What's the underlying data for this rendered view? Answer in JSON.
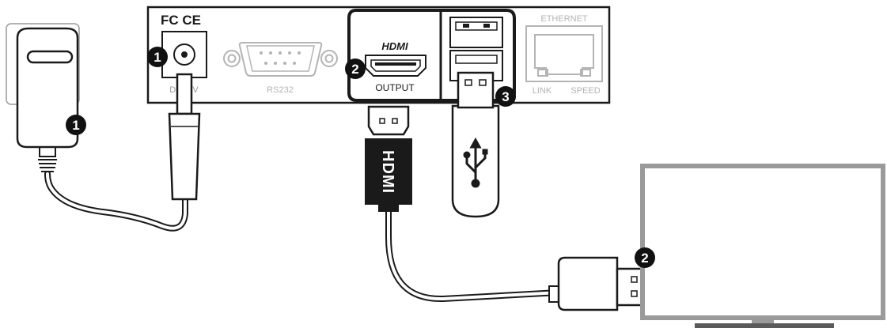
{
  "device_panel": {
    "certification_marks": "FC CE",
    "dc_port_label": "DC 5V",
    "serial_port_label": "RS232",
    "hdmi_logo": "HDMI",
    "hdmi_port_label": "OUTPUT",
    "ethernet_label": "ETHERNET",
    "link_label": "LINK",
    "speed_label": "SPEED"
  },
  "cables": {
    "hdmi_plug_text": "HDMI",
    "usb_drive_icon": "usb-icon"
  },
  "callouts": [
    {
      "id": "power-adapter",
      "number": "1"
    },
    {
      "id": "dc-port",
      "number": "1"
    },
    {
      "id": "hdmi-port",
      "number": "2"
    },
    {
      "id": "usb-port",
      "number": "3"
    },
    {
      "id": "tv-hdmi",
      "number": "2"
    }
  ],
  "colors": {
    "line": "#1a1a1a",
    "faded": "#b4b4b4",
    "fill": "#ffffff",
    "badge": "#111111",
    "badge_text": "#ffffff"
  }
}
